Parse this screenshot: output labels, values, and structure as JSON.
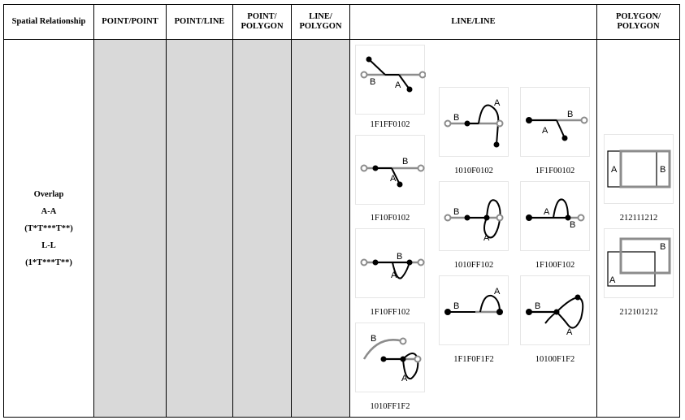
{
  "table": {
    "headers": {
      "relationship": "Spatial Relationship",
      "point_point": "POINT/POINT",
      "point_line": "POINT/LINE",
      "point_polygon_1": "POINT/",
      "point_polygon_2": "POLYGON",
      "line_polygon_1": "LINE/",
      "line_polygon_2": "POLYGON",
      "line_line": "LINE/LINE",
      "polygon_polygon_1": "POLYGON/",
      "polygon_polygon_2": "POLYGON"
    },
    "row": {
      "name": "Overlap",
      "aa_label": "A-A",
      "aa_pattern": "(T*T***T**)",
      "ll_label": "L-L",
      "ll_pattern": "(1*T***T**)"
    },
    "line_line_codes": {
      "c1": "1F1FF0102",
      "c2": "1F10F0102",
      "c3": "1F10FF102",
      "c4": "1010FF1F2",
      "c5": "1010F0102",
      "c6": "1010FF102",
      "c7": "1F1F0F1F2",
      "c8": "1F1F00102",
      "c9": "1F100F102",
      "c10": "10100F1F2"
    },
    "polygon_polygon_codes": {
      "p1": "212111212",
      "p2": "212101212"
    },
    "diagram_labels": {
      "a": "A",
      "b": "B"
    }
  },
  "colors": {
    "gray_fill": "#d9d9d9",
    "line_a": "#000000",
    "line_b": "#8c8c8c"
  }
}
